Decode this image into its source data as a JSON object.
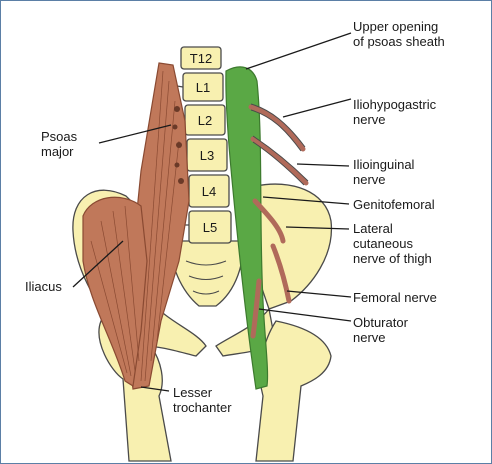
{
  "labels": {
    "upper_opening": "Upper opening\nof psoas sheath",
    "iliohypogastric": "Iliohypogastric\nnerve",
    "ilioinguinal": "Ilioinguinal\nnerve",
    "genitofemoral": "Genitofemoral",
    "lateral_cutaneous": "Lateral\ncutaneous\nnerve of thigh",
    "femoral": "Femoral nerve",
    "obturator": "Obturator\nnerve",
    "psoas_major": "Psoas\nmajor",
    "iliacus": "Iliacus",
    "lesser_trochanter": "Lesser\ntrochanter"
  },
  "vertebrae": [
    "T12",
    "L1",
    "L2",
    "L3",
    "L4",
    "L5"
  ],
  "colors": {
    "bone": "#f8f0b0",
    "bone_outline": "#4a4a4a",
    "muscle": "#c0785a",
    "muscle_dark": "#8a4a32",
    "sheath": "#5aa845",
    "nerve": "#b06a5a",
    "frame": "#5b7fa6"
  }
}
